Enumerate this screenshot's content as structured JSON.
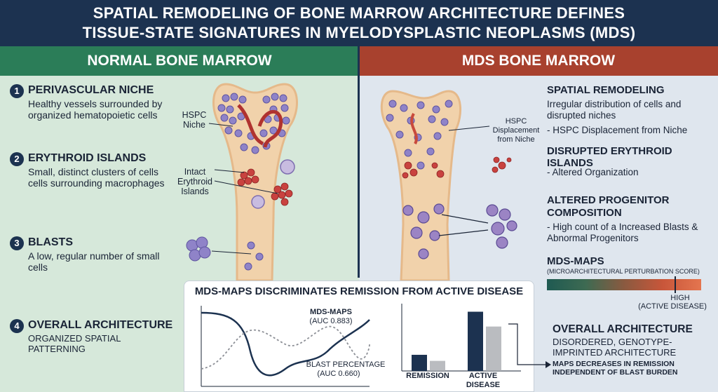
{
  "header": {
    "title_line1": "SPATIAL REMODELING OF BONE MARROW ARCHITECTURE DEFINES",
    "title_line2": "TISSUE-STATE SIGNATURES IN MYELODYSPLASTIC NEOPLASMS (MDS)"
  },
  "left": {
    "panel_title": "NORMAL BONE MARROW",
    "items": [
      {
        "num": "1",
        "title": "PERIVASCULAR NICHE",
        "desc": "Healthy vessels surrounded by organized hematopoietic cells"
      },
      {
        "num": "2",
        "title": "ERYTHROID ISLANDS",
        "desc": "Small, distinct clusters of cells cells surrounding macrophages"
      },
      {
        "num": "3",
        "title": "BLASTS",
        "desc": "A low, regular number of small cells"
      },
      {
        "num": "4",
        "title": "OVERALL ARCHITECTURE",
        "desc": "ORGANIZED SPATIAL PATTERNING"
      }
    ],
    "annot_hspc": "HSPC Niche",
    "annot_erythroid": "Intact Erythroid Islands"
  },
  "right": {
    "panel_title": "MDS BONE MARROW",
    "annot_hspc": "HSPC Displacement from Niche",
    "sections": [
      {
        "title": "SPATIAL REMODELING",
        "desc": "Irregular distribution of cells and disrupted niches",
        "extra": "- HSPC Displacement from Niche"
      },
      {
        "title": "DISRUPTED ERYTHROID ISLANDS",
        "desc": "- Altered Organization"
      },
      {
        "title": "ALTERED PROGENITOR COMPOSITION",
        "desc": "- High count of a  Increased Blasts & Abnormal Progenitors"
      },
      {
        "title": "MDS-MAPS",
        "desc": "(MICROARCHITECTURAL PERTURBATION SCORE)"
      }
    ],
    "scale_high": "HIGH",
    "scale_high_sub": "(ACTIVE DISEASE)",
    "overall_title": "OVERALL ARCHITECTURE",
    "overall_desc": "DISORDERED, GENOTYPE-IMPRINTED ARCHITECTURE",
    "maps_note": "MAPS DECREASES IN REMISSION INDEPENDENT OF BLAST BURDEN"
  },
  "chart_box": {
    "title": "MDS-MAPS DISCRIMINATES REMISSION FROM ACTIVE DISEASE",
    "line_label_1": "MDS-MAPS",
    "line_auc_1": "(AUC 0.883)",
    "line_label_2": "BLAST PERCENTAGE",
    "line_auc_2": "(AUC 0.660)"
  },
  "chart_data": {
    "type": "bar",
    "categories": [
      "REMISSION",
      "ACTIVE DISEASE"
    ],
    "series": [
      {
        "values": [
          24,
          88
        ]
      },
      {
        "values": [
          15,
          66
        ]
      }
    ],
    "ylim": [
      0,
      100
    ],
    "colors": [
      "#1c3250",
      "#a9abb0"
    ]
  },
  "colors": {
    "navy": "#1c3250",
    "green": "#2b7d58",
    "red": "#a8412e",
    "bone": "#f1d2ab",
    "cell": "#8f83c8",
    "erythroid": "#c9423f"
  }
}
